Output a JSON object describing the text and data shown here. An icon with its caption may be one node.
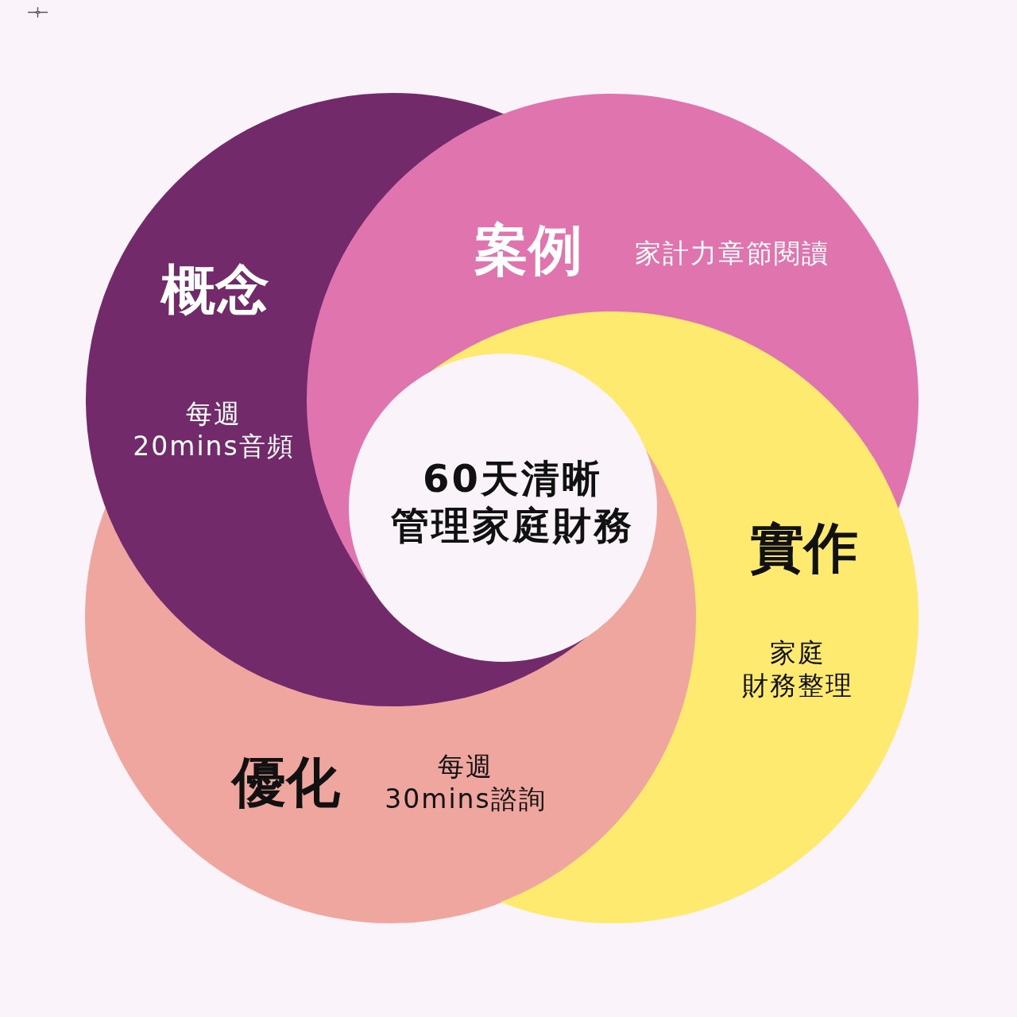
{
  "diagram": {
    "nodes": [
      {
        "text": [
          "概念",
          "每週20mins音頻"
        ]
      },
      {
        "text": [
          "案例",
          "家計力章節閱讀"
        ]
      },
      {
        "text": [
          "實作",
          "家庭財務整理"
        ]
      },
      {
        "text": [
          "優化",
          "每週30mins諮詢"
        ]
      },
      {
        "text": [
          "60天清晰管理家庭財務"
        ]
      }
    ]
  }
}
